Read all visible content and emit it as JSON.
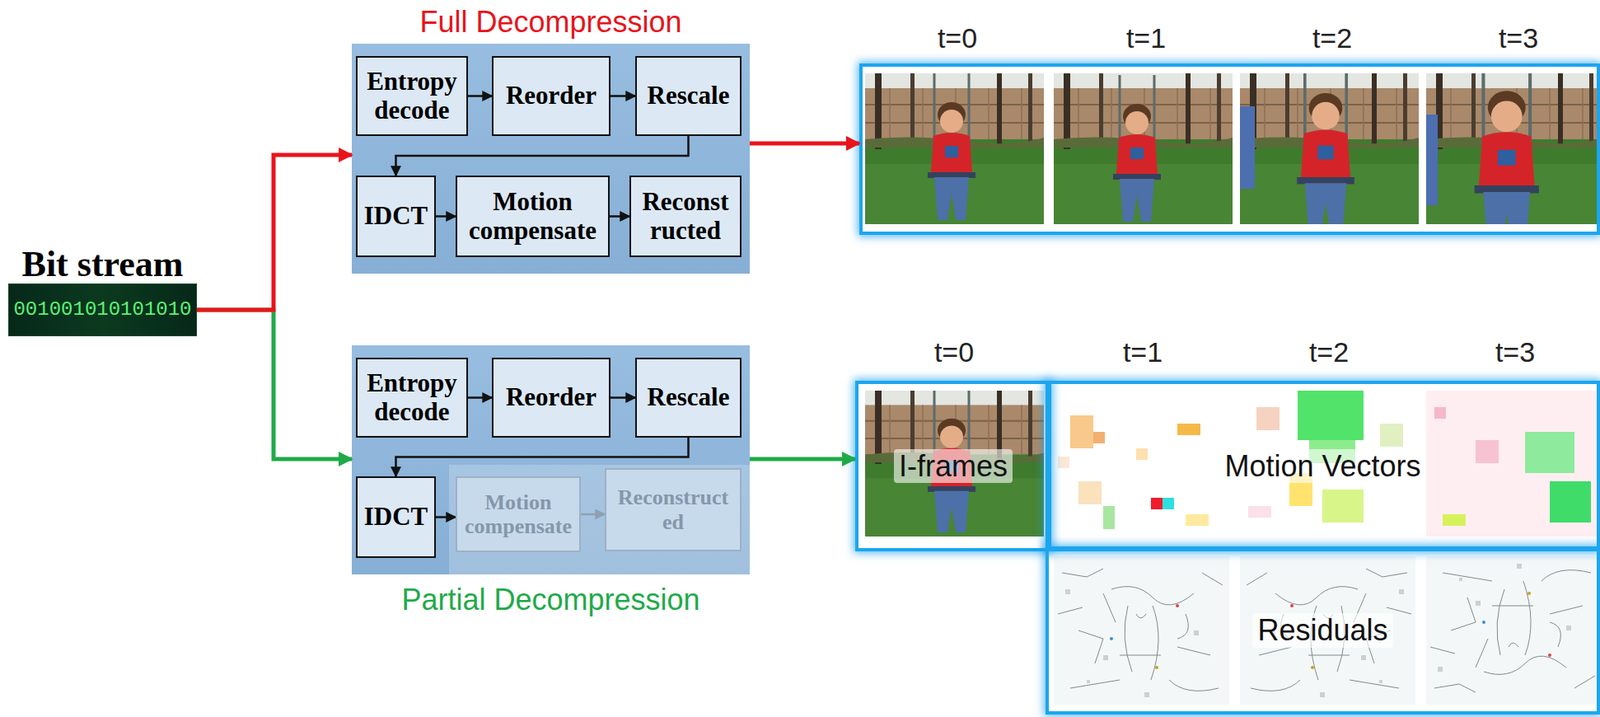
{
  "diagram": {
    "nodes": [
      {
        "text": [
          "Bit stream",
          "001001010101010"
        ]
      },
      {
        "text": [
          "Full Decompression"
        ]
      },
      {
        "text": [
          "Entropy decode"
        ],
        "in": 1
      },
      {
        "text": [
          "Reorder"
        ],
        "in": 1
      },
      {
        "text": [
          "Rescale"
        ],
        "in": 1
      },
      {
        "text": [
          "IDCT"
        ],
        "in": 1
      },
      {
        "text": [
          "Motion compensate"
        ],
        "in": 1
      },
      {
        "text": [
          "Reconst ructed"
        ],
        "in": 1
      },
      {
        "text": [
          "t=0",
          "t=1",
          "t=2",
          "t=3"
        ]
      },
      {
        "text": [
          "Partial Decompression"
        ]
      },
      {
        "text": [
          "Entropy decode"
        ],
        "in": 9
      },
      {
        "text": [
          "Reorder"
        ],
        "in": 9
      },
      {
        "text": [
          "Rescale"
        ],
        "in": 9
      },
      {
        "text": [
          "IDCT"
        ],
        "in": 9
      },
      {
        "text": [
          "Motion compensate"
        ],
        "in": 9
      },
      {
        "text": [
          "Reconstruct ed"
        ],
        "in": 9
      },
      {
        "text": [
          "I-frames"
        ]
      },
      {
        "text": [
          "Motion Vectors"
        ]
      },
      {
        "text": [
          "Residuals"
        ]
      }
    ],
    "edges": [
      {
        "from": 0,
        "to": 1,
        "arrow": "to"
      },
      {
        "from": 0,
        "to": 9,
        "arrow": "to"
      },
      {
        "from": 2,
        "to": 3,
        "arrow": "to"
      },
      {
        "from": 3,
        "to": 4,
        "arrow": "to"
      },
      {
        "from": 4,
        "to": 5,
        "arrow": "to"
      },
      {
        "from": 5,
        "to": 6,
        "arrow": "to"
      },
      {
        "from": 6,
        "to": 7,
        "arrow": "to"
      },
      {
        "from": 1,
        "to": 8,
        "arrow": "to"
      },
      {
        "from": 10,
        "to": 11,
        "arrow": "to"
      },
      {
        "from": 11,
        "to": 12,
        "arrow": "to"
      },
      {
        "from": 12,
        "to": 13,
        "arrow": "to"
      },
      {
        "from": 13,
        "to": 14,
        "arrow": "to"
      },
      {
        "from": 14,
        "to": 15,
        "arrow": "to"
      },
      {
        "from": 9,
        "to": 16,
        "arrow": "to"
      }
    ],
    "labels": [
      "t=0",
      "t=1",
      "t=2",
      "t=3"
    ]
  }
}
